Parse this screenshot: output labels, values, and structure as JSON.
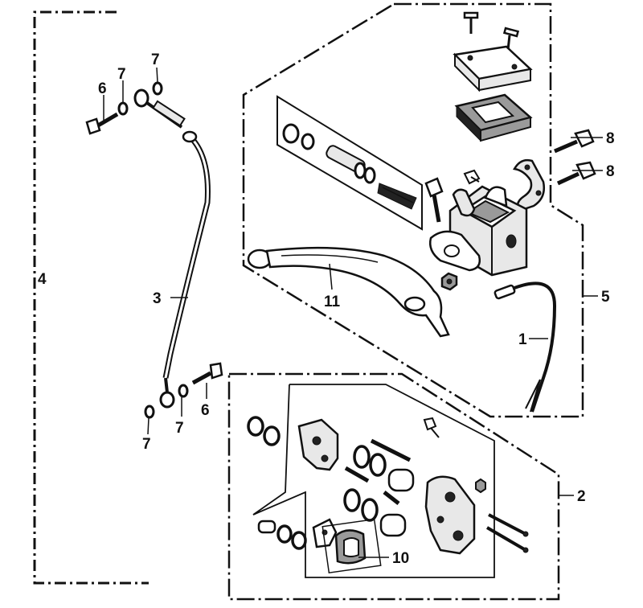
{
  "diagram": {
    "callouts": {
      "c1": "1",
      "c2": "2",
      "c3": "3",
      "c4": "4",
      "c5": "5",
      "c6a": "6",
      "c6b": "6",
      "c7a": "7",
      "c7b": "7",
      "c7c": "7",
      "c7d": "7",
      "c8a": "8",
      "c8b": "8",
      "c10": "10",
      "c11": "11"
    },
    "colors": {
      "ink": "#111111",
      "background": "#ffffff",
      "part_grey": "#9a9a9a"
    }
  }
}
